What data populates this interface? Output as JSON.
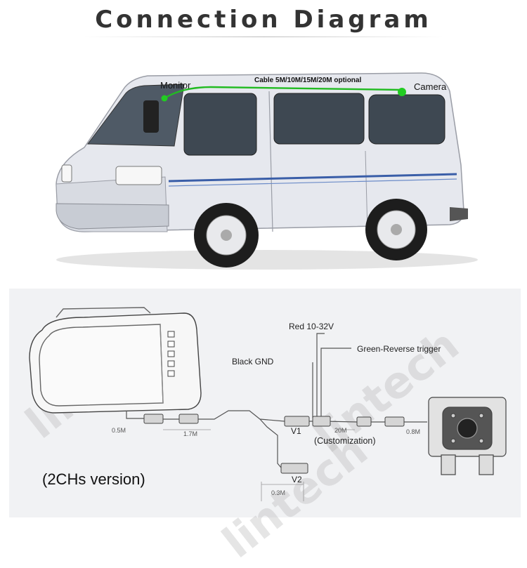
{
  "title": "Connection Diagram",
  "top": {
    "monitor_label": "Monitor",
    "cable_label": "Cable 5M/10M/15M/20M optional",
    "camera_label": "Camera",
    "cable_color": "#22bb22",
    "van_color": "#e4e6ec"
  },
  "wiring": {
    "red_label": "Red 10-32V",
    "green_label": "Green-Reverse trigger",
    "black_label": "Black GND",
    "v1_label": "V1",
    "v2_label": "V2",
    "customization_label": "(Customization)",
    "len_05": "0.5M",
    "len_17": "1.7M",
    "len_20": "20M",
    "len_08": "0.8M",
    "len_03": "0.3M",
    "version_label": "(2CHs version)",
    "watermark": "lintech"
  }
}
